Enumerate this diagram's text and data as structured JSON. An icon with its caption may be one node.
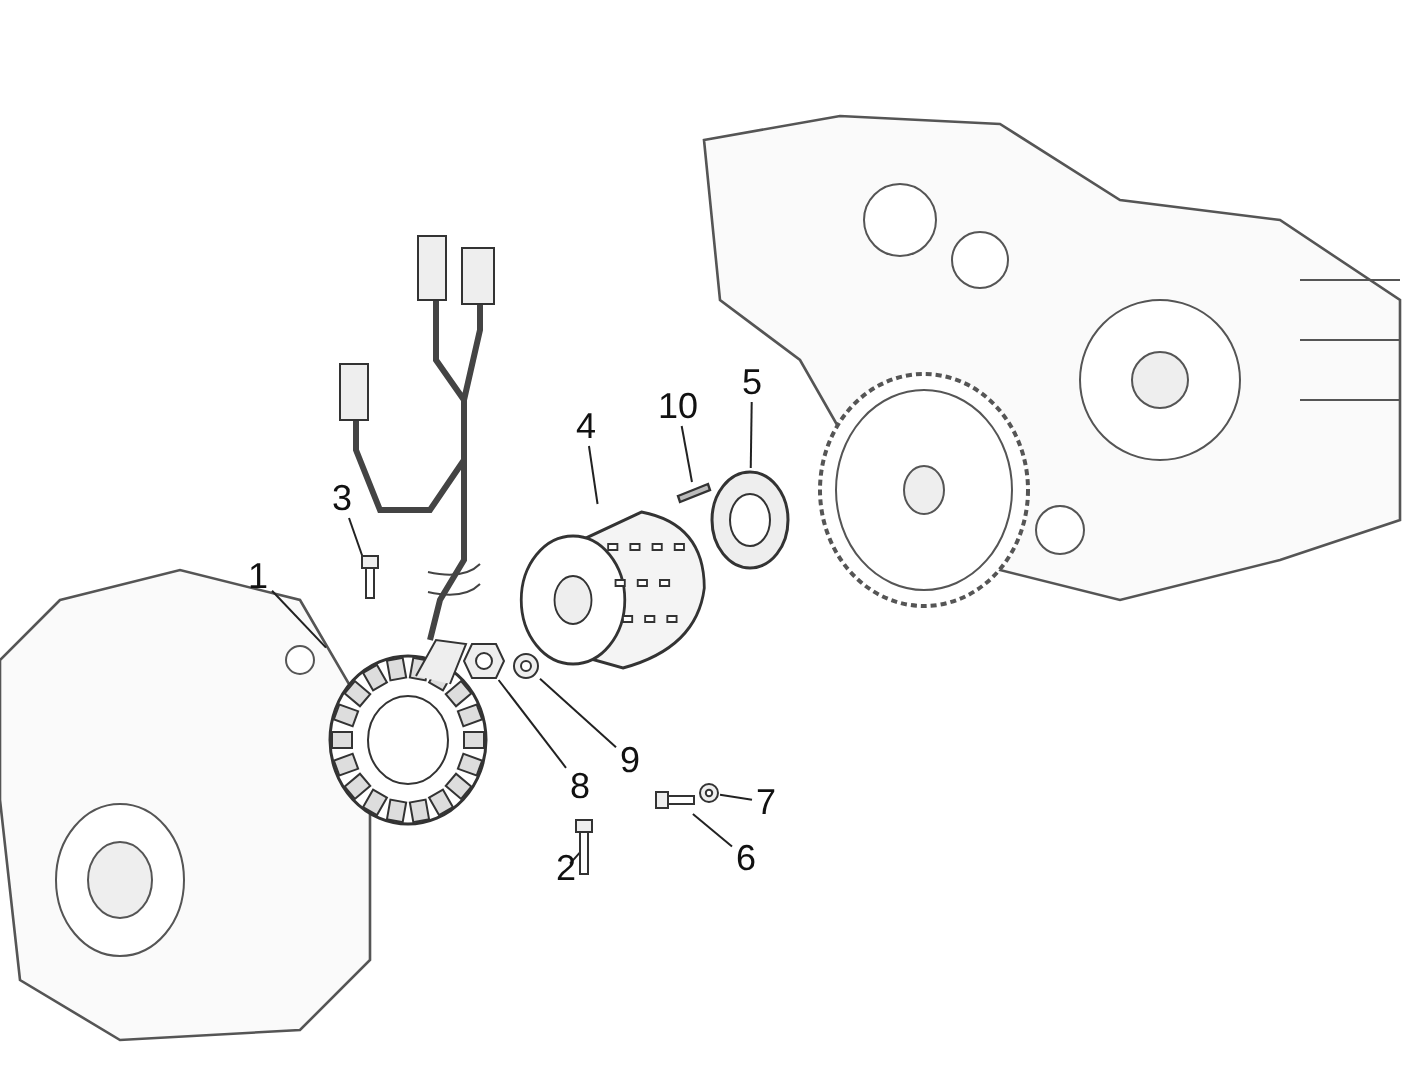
{
  "diagram": {
    "nodes": [
      {
        "text": [
          "1"
        ]
      },
      {
        "text": [
          "2"
        ]
      },
      {
        "text": [
          "3"
        ]
      },
      {
        "text": [
          "4"
        ]
      },
      {
        "text": [
          "5"
        ]
      },
      {
        "text": [
          "6"
        ]
      },
      {
        "text": [
          "7"
        ]
      },
      {
        "text": [
          "8"
        ]
      },
      {
        "text": [
          "9"
        ]
      },
      {
        "text": [
          "10"
        ]
      },
      {
        "text": [],
        "shape": "picture"
      },
      {
        "text": [],
        "shape": "picture"
      },
      {
        "text": [],
        "shape": "picture"
      },
      {
        "text": [],
        "shape": "picture"
      },
      {
        "text": [],
        "shape": "picture"
      },
      {
        "text": [],
        "shape": "picture"
      },
      {
        "text": [],
        "shape": "picture"
      },
      {
        "text": [],
        "shape": "picture"
      },
      {
        "text": [],
        "shape": "picture"
      },
      {
        "text": [],
        "shape": "bar"
      }
    ],
    "edges": [
      {
        "from": 0,
        "to": 10,
        "arrow": "none"
      },
      {
        "from": 1,
        "to": 11,
        "arrow": "none"
      },
      {
        "from": 2,
        "to": 12,
        "arrow": "none"
      },
      {
        "from": 3,
        "to": 13,
        "arrow": "none"
      },
      {
        "from": 4,
        "to": 14,
        "arrow": "none"
      },
      {
        "from": 5,
        "to": 15,
        "arrow": "none"
      },
      {
        "from": 6,
        "to": 16,
        "arrow": "none"
      },
      {
        "from": 7,
        "to": 17,
        "arrow": "none"
      },
      {
        "from": 8,
        "to": 18,
        "arrow": "none"
      },
      {
        "from": 9,
        "to": 19,
        "arrow": "none"
      }
    ]
  }
}
